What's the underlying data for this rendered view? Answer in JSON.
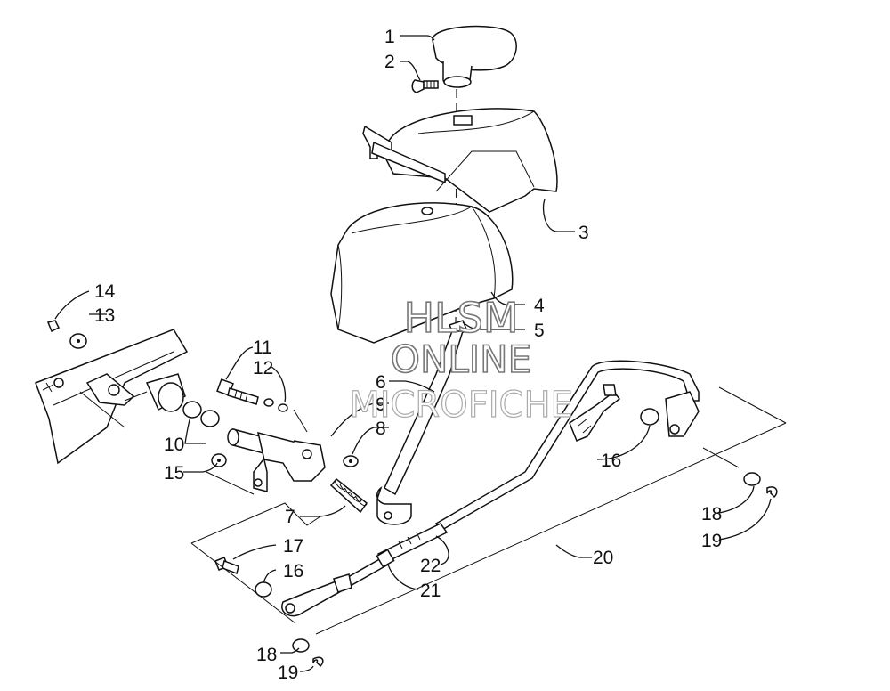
{
  "diagram": {
    "callouts": [
      {
        "id": "1",
        "label": "1"
      },
      {
        "id": "2",
        "label": "2"
      },
      {
        "id": "3",
        "label": "3"
      },
      {
        "id": "4",
        "label": "4"
      },
      {
        "id": "5",
        "label": "5"
      },
      {
        "id": "6",
        "label": "6"
      },
      {
        "id": "7",
        "label": "7"
      },
      {
        "id": "8",
        "label": "8"
      },
      {
        "id": "9",
        "label": "9"
      },
      {
        "id": "10",
        "label": "10"
      },
      {
        "id": "11",
        "label": "11"
      },
      {
        "id": "12",
        "label": "12"
      },
      {
        "id": "13",
        "label": "13"
      },
      {
        "id": "14",
        "label": "14"
      },
      {
        "id": "15",
        "label": "15"
      },
      {
        "id": "16a",
        "label": "16"
      },
      {
        "id": "16b",
        "label": "16"
      },
      {
        "id": "17",
        "label": "17"
      },
      {
        "id": "18a",
        "label": "18"
      },
      {
        "id": "18b",
        "label": "18"
      },
      {
        "id": "19a",
        "label": "19"
      },
      {
        "id": "19b",
        "label": "19"
      },
      {
        "id": "20",
        "label": "20"
      },
      {
        "id": "21",
        "label": "21"
      },
      {
        "id": "22",
        "label": "22"
      }
    ]
  },
  "watermark": {
    "line1": "HLSM",
    "line2": "ONLINE",
    "line3": "MICROFICHE"
  }
}
